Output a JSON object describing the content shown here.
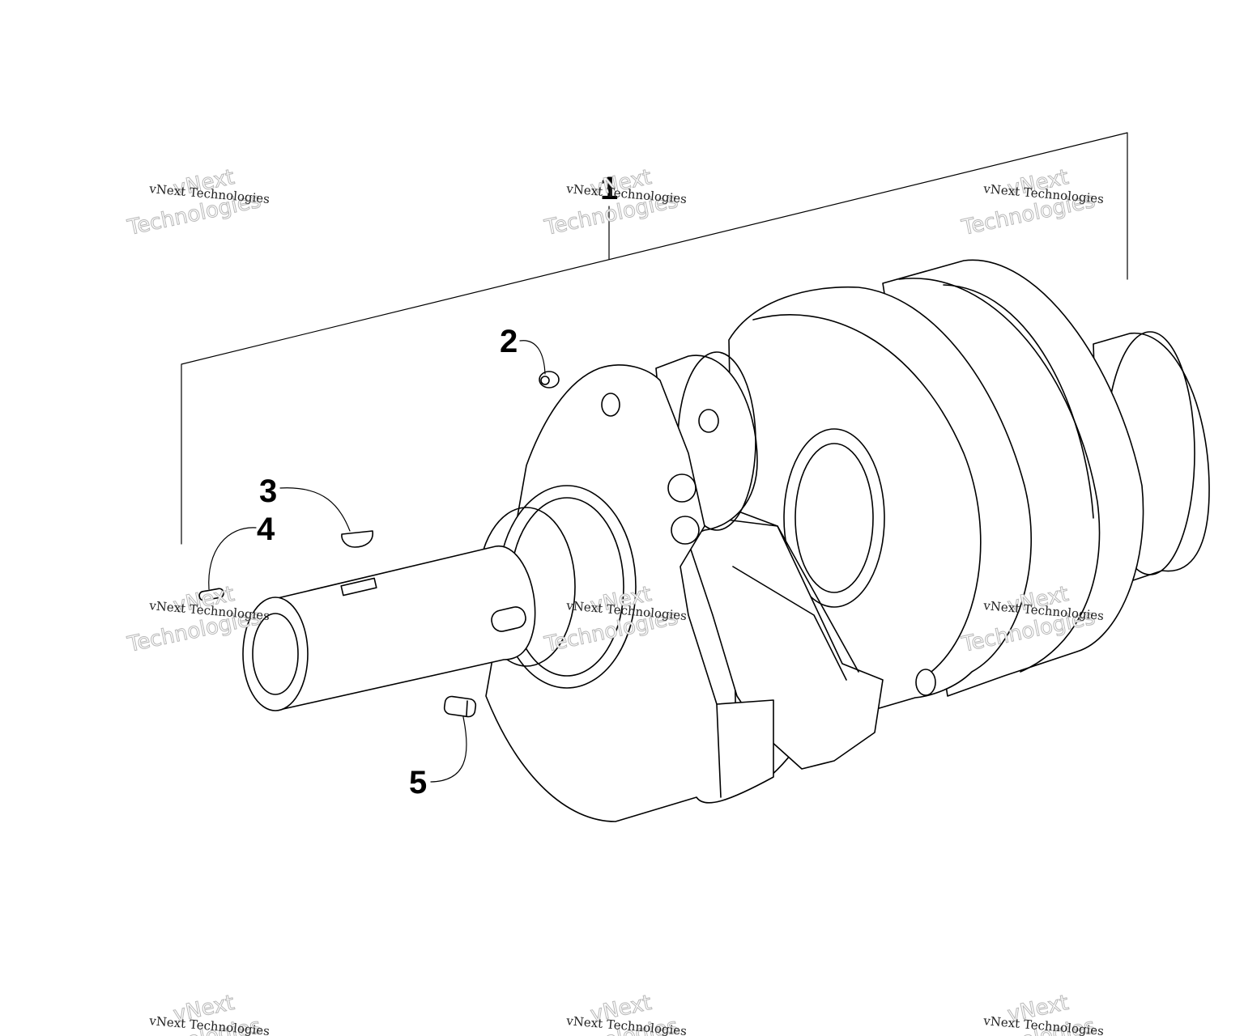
{
  "callouts": {
    "c1": "1",
    "c2": "2",
    "c3": "3",
    "c4": "4",
    "c5": "5"
  },
  "watermark": {
    "small": "vNext Technologies",
    "big_line1": "vNext",
    "big_line2": "Technologies"
  }
}
